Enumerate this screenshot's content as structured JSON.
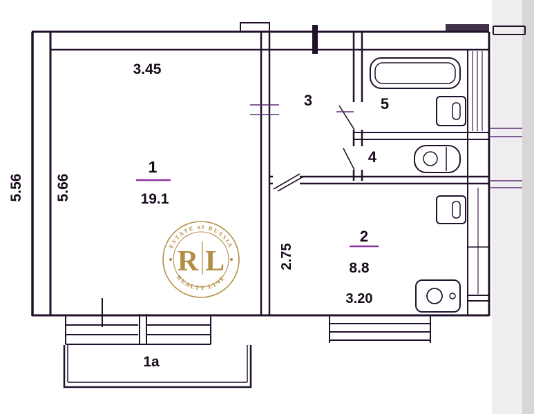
{
  "document": {
    "type": "apartment-floor-plan-scan"
  },
  "colors": {
    "ink": "#20102a",
    "underline_accent": "#8e2f9e",
    "tick": "#5b2b72",
    "watermark_gold": "#b28e44",
    "paper": "#ffffff",
    "scan_edge": "#d8d6d8"
  },
  "plan": {
    "rooms": [
      {
        "number": "1",
        "area": "19.1"
      },
      {
        "number": "2",
        "area": "8.8"
      },
      {
        "number": "3"
      },
      {
        "number": "4"
      },
      {
        "number": "5"
      },
      {
        "number": "1а"
      }
    ],
    "dimensions": {
      "room1_width": "3.45",
      "room1_depth": "5.66",
      "outer_left": "5.56",
      "kitchen_depth": "2.75",
      "kitchen_width": "3.20"
    },
    "fixtures": [
      "bathtub-icon",
      "sink-icon",
      "toilet-icon",
      "kitchen-sink-icon",
      "stove-icon"
    ],
    "watermark": {
      "arc_top": "ESTATE of RUSSIA",
      "monogram": "RL",
      "arc_bottom": "REALTY LINE"
    }
  }
}
